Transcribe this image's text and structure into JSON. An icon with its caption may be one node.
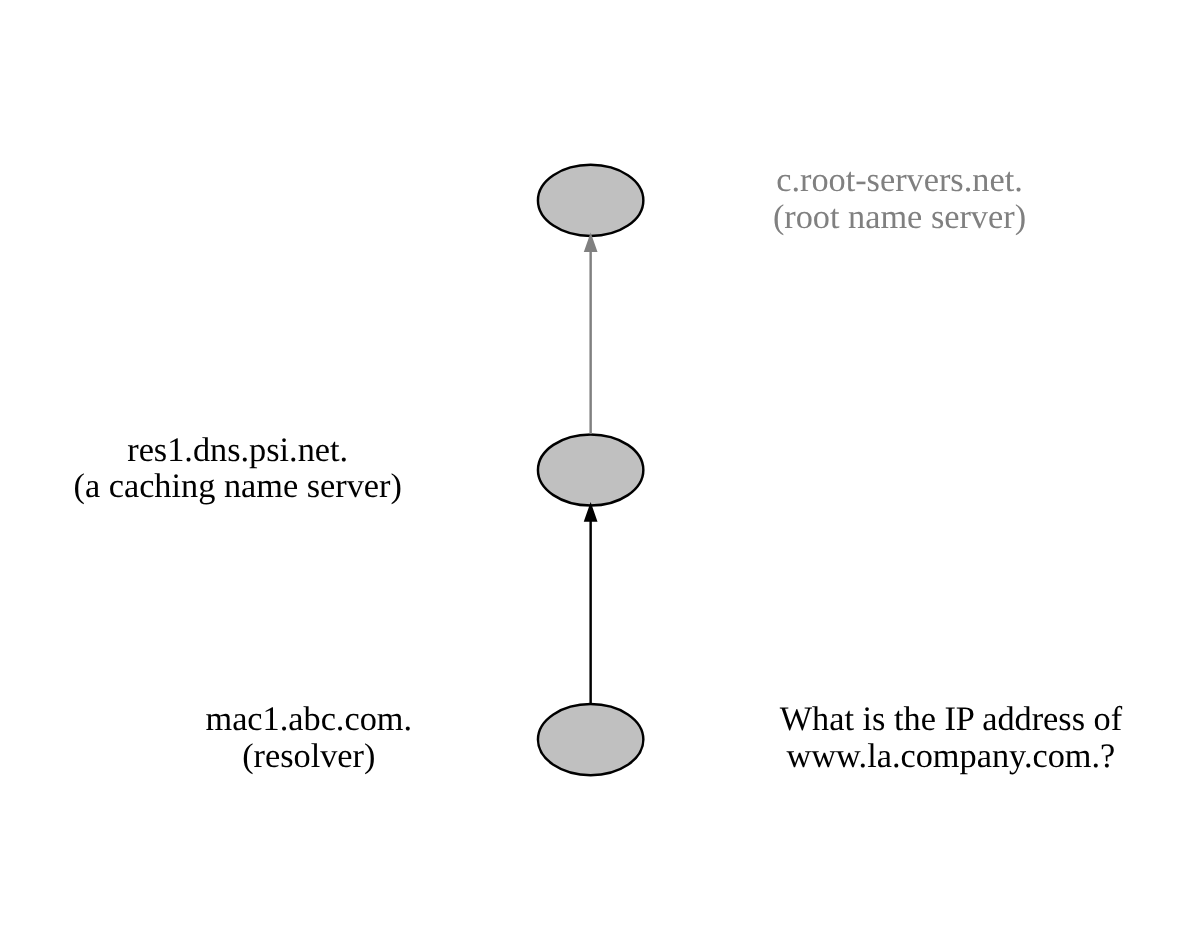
{
  "diagram": {
    "nodes": [
      {
        "text": [],
        "shape": "ellipse",
        "beside": [
          "c.root-servers.net. (root name server)"
        ]
      },
      {
        "text": [],
        "shape": "ellipse",
        "beside": [
          "res1.dns.psi.net. (a caching name server)"
        ]
      },
      {
        "text": [],
        "shape": "ellipse",
        "beside": [
          "mac1.abc.com. (resolver)"
        ]
      }
    ],
    "edges": [
      {
        "from": 2,
        "to": 1,
        "arrow": "to"
      },
      {
        "from": 1,
        "to": 0,
        "arrow": "to",
        "color": "#808080"
      }
    ],
    "labels": [
      "What is the IP address of www.la.company.com.?"
    ]
  }
}
